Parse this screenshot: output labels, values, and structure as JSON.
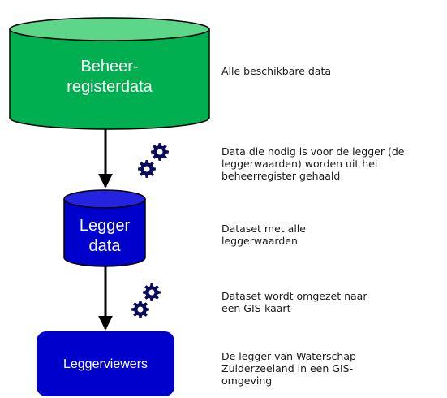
{
  "nodes": {
    "beheerregisterdata": {
      "label_lines": [
        "Beheer-",
        "registerdata"
      ],
      "fill": "#00b050",
      "top_fill": "#5dd68a"
    },
    "legger_data": {
      "label_lines": [
        "Legger",
        "data"
      ],
      "fill": "#0000cc",
      "top_fill": "#2424e0"
    },
    "leggerviewers": {
      "label": "Leggerviewers",
      "fill": "#0000cc"
    }
  },
  "descriptions": {
    "beheerregisterdata": [
      "Alle beschikbare data"
    ],
    "extract_step": [
      "Data die nodig is voor de legger (de",
      "leggerwaarden) worden uit het",
      "beheerregister gehaald"
    ],
    "legger_data": [
      "Dataset met alle",
      "leggerwaarden"
    ],
    "convert_step": [
      "Dataset wordt omgezet naar",
      "een GIS-kaart"
    ],
    "leggerviewers": [
      "De legger van Waterschap",
      "Zuiderzeeland in een GIS-",
      "omgeving"
    ]
  },
  "icons": {
    "process_icon": "gears-icon",
    "gear_color": "#0a0a5c"
  },
  "colors": {
    "stroke": "#000000",
    "arrow": "#000000"
  }
}
